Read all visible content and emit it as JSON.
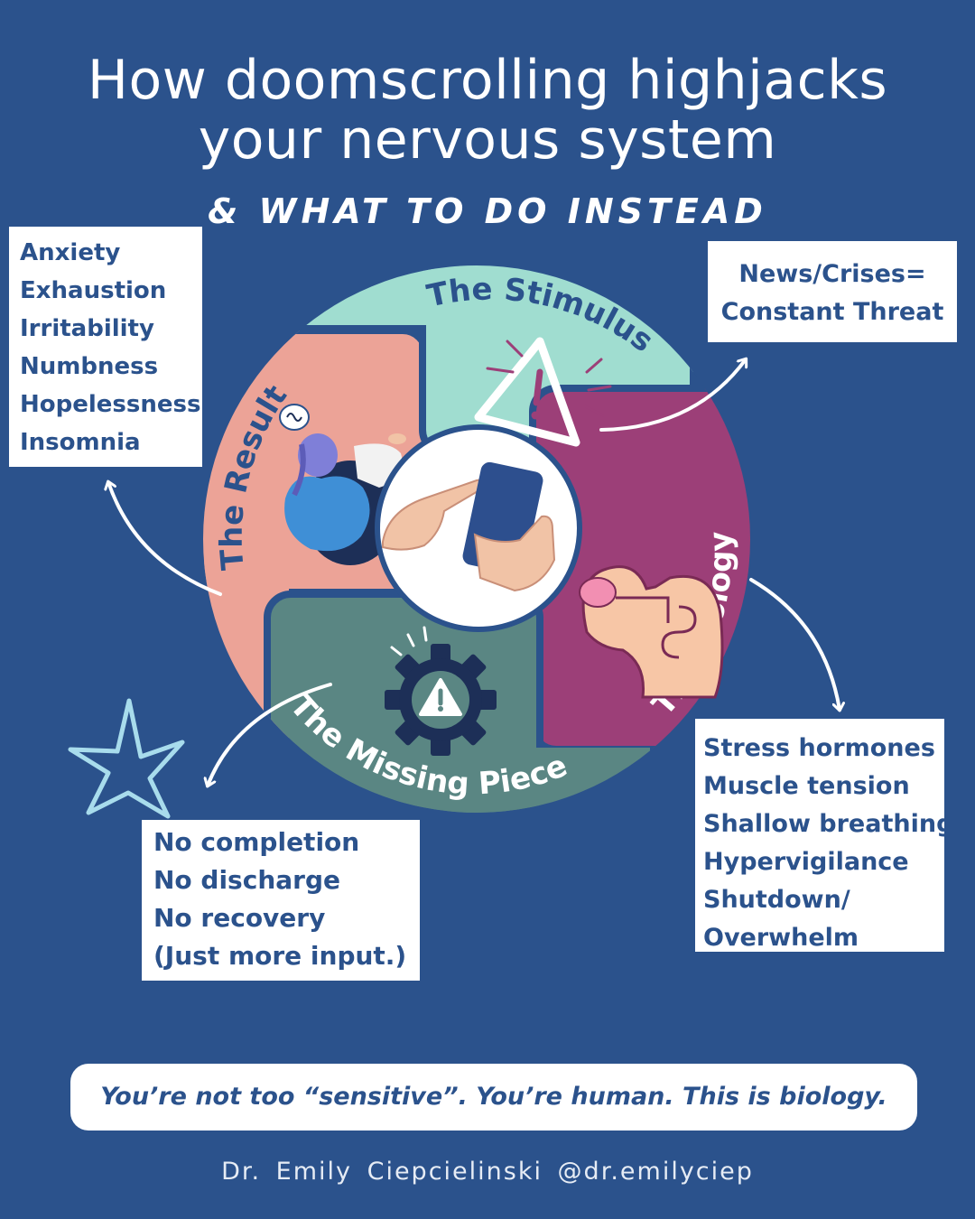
{
  "header": {
    "title_line1": "How doomscrolling highjacks",
    "title_line2": "your nervous system",
    "subtitle": "& WHAT TO DO INSTEAD"
  },
  "cycle": {
    "stimulus": {
      "label": "The Stimulus",
      "box": [
        "News/Crises=",
        "Constant Threat"
      ]
    },
    "biology": {
      "label": "The Biology",
      "box": [
        "Stress hormones",
        "Muscle tension",
        "Shallow breathing",
        "Hypervigilance",
        "Shutdown/",
        "Overwhelm"
      ]
    },
    "missing_piece": {
      "label": "The Missing Piece",
      "box": [
        "No completion",
        "No discharge",
        "No recovery",
        "(Just more input.)"
      ]
    },
    "result": {
      "label": "The Result",
      "box": [
        "Anxiety",
        "Exhaustion",
        "Irritability",
        "Numbness",
        "Hopelessness",
        "Insomnia"
      ]
    }
  },
  "banner": "You’re not too “sensitive”. You’re human. This is biology.",
  "footer": "Dr. Emily Ciepcielinski  @dr.emilyciep",
  "colors": {
    "background": "#2b528c",
    "stimulus": "#a0ddd0",
    "biology": "#9c3f78",
    "missing_piece": "#5a8683",
    "result": "#eca397",
    "text": "#2b528c"
  },
  "icons": [
    "warning-triangle-icon",
    "gear-warning-icon",
    "phone-hands-icon",
    "curled-person-icon",
    "body-stress-icon",
    "star-doodle-icon"
  ]
}
